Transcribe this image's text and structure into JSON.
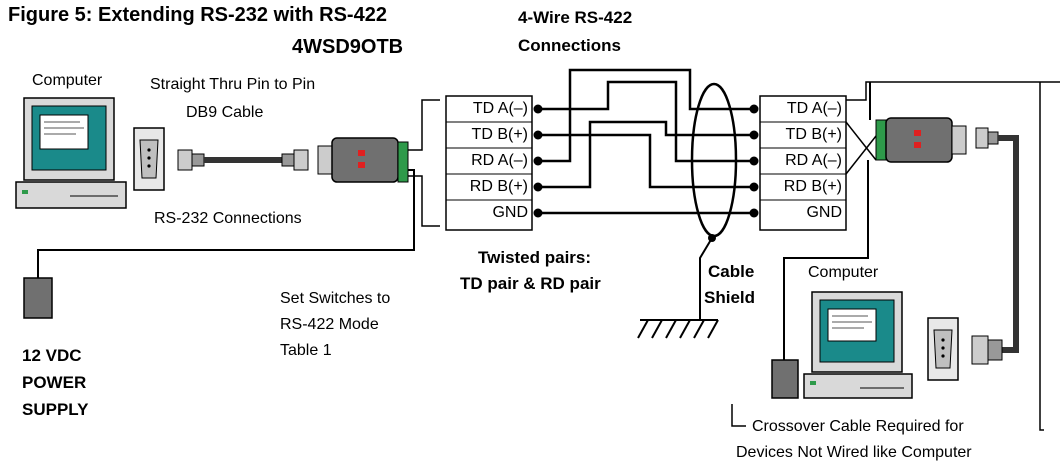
{
  "title": "Figure 5: Extending RS-232 with RS-422",
  "model": "4WSD9OTB",
  "wiring_label_line1": "4-Wire RS-422",
  "wiring_label_line2": "Connections",
  "left_computer_label": "Computer",
  "cable_label_line1": "Straight Thru Pin to Pin",
  "cable_label_line2": "DB9 Cable",
  "rs232_label": "RS-232 Connections",
  "switch_note": [
    "Set Switches to",
    "RS-422 Mode",
    "Table 1"
  ],
  "power_supply": [
    "12 VDC",
    "POWER",
    "SUPPLY"
  ],
  "twisted_pairs": [
    "Twisted pairs:",
    "TD pair & RD pair"
  ],
  "cable_shield": [
    "Cable",
    "Shield"
  ],
  "right_computer_label": "Computer",
  "crossover_note": [
    "Crossover Cable Required for",
    "Devices Not  Wired like Computer"
  ],
  "left_terminals": [
    "TD A(–)",
    "TD B(+)",
    "RD A(–)",
    "RD B(+)",
    "GND"
  ],
  "right_terminals": [
    "TD A(–)",
    "TD B(+)",
    "RD A(–)",
    "RD B(+)",
    "GND"
  ],
  "colors": {
    "monitor_screen": "#1a8a8a",
    "converter_body": "#707070",
    "terminal_green": "#2e9a4a",
    "led_red": "#e02020"
  }
}
